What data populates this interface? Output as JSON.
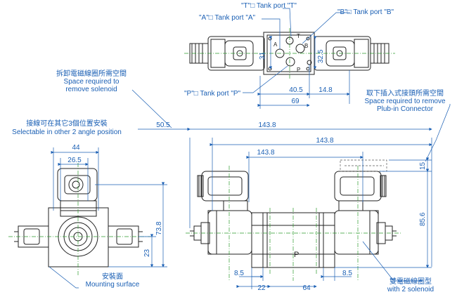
{
  "labels": {
    "t_port": "\"T\"□ Tank port \"T\"",
    "a_port": "\"A\"□ Tank port \"A\"",
    "b_port": "\"B\"□ Tank port \"B\"",
    "p_port": "\"P\"□ Tank port \"P\"",
    "remove_solenoid_zh": "拆卸電磁線圈所需空間",
    "remove_solenoid_en1": "Space required to",
    "remove_solenoid_en2": "remove solenoid",
    "remove_connector_zh": "取下插入式接頭所需空間",
    "remove_connector_en1": "Space required to remove",
    "remove_connector_en2": "Plub-in Connector",
    "angle_zh": "接線可在其它3個位置安裝",
    "angle_en": "Selectable in other 2 angle position",
    "mounting_zh": "安裝面",
    "mounting_en": "Mounting surface",
    "double_zh": "雙電磁線圈型",
    "double_en": "with 2 solenoid",
    "port_p": "P",
    "port_t": "T",
    "port_a": "A",
    "port_b": "B",
    "body_p": "P"
  },
  "dimensions": {
    "d31": "31",
    "d32_5": "32.5",
    "d40_5": "40.5",
    "d14_8": "14.8",
    "d69": "69",
    "d50_5": "50.5",
    "d143_8_a": "143.8",
    "d143_8_b": "143.8",
    "d143_8_c": "143.8",
    "d15": "15",
    "d85_6": "85.6",
    "d44": "44",
    "d26_5": "26.5",
    "d73_8": "73.8",
    "d23": "23",
    "d8_5_l": "8.5",
    "d8_5_r": "8.5",
    "d22": "22",
    "d64": "64"
  },
  "colors": {
    "dimension": "#1a5fb4",
    "outline": "#222222",
    "centerline": "#2e9b2e"
  }
}
